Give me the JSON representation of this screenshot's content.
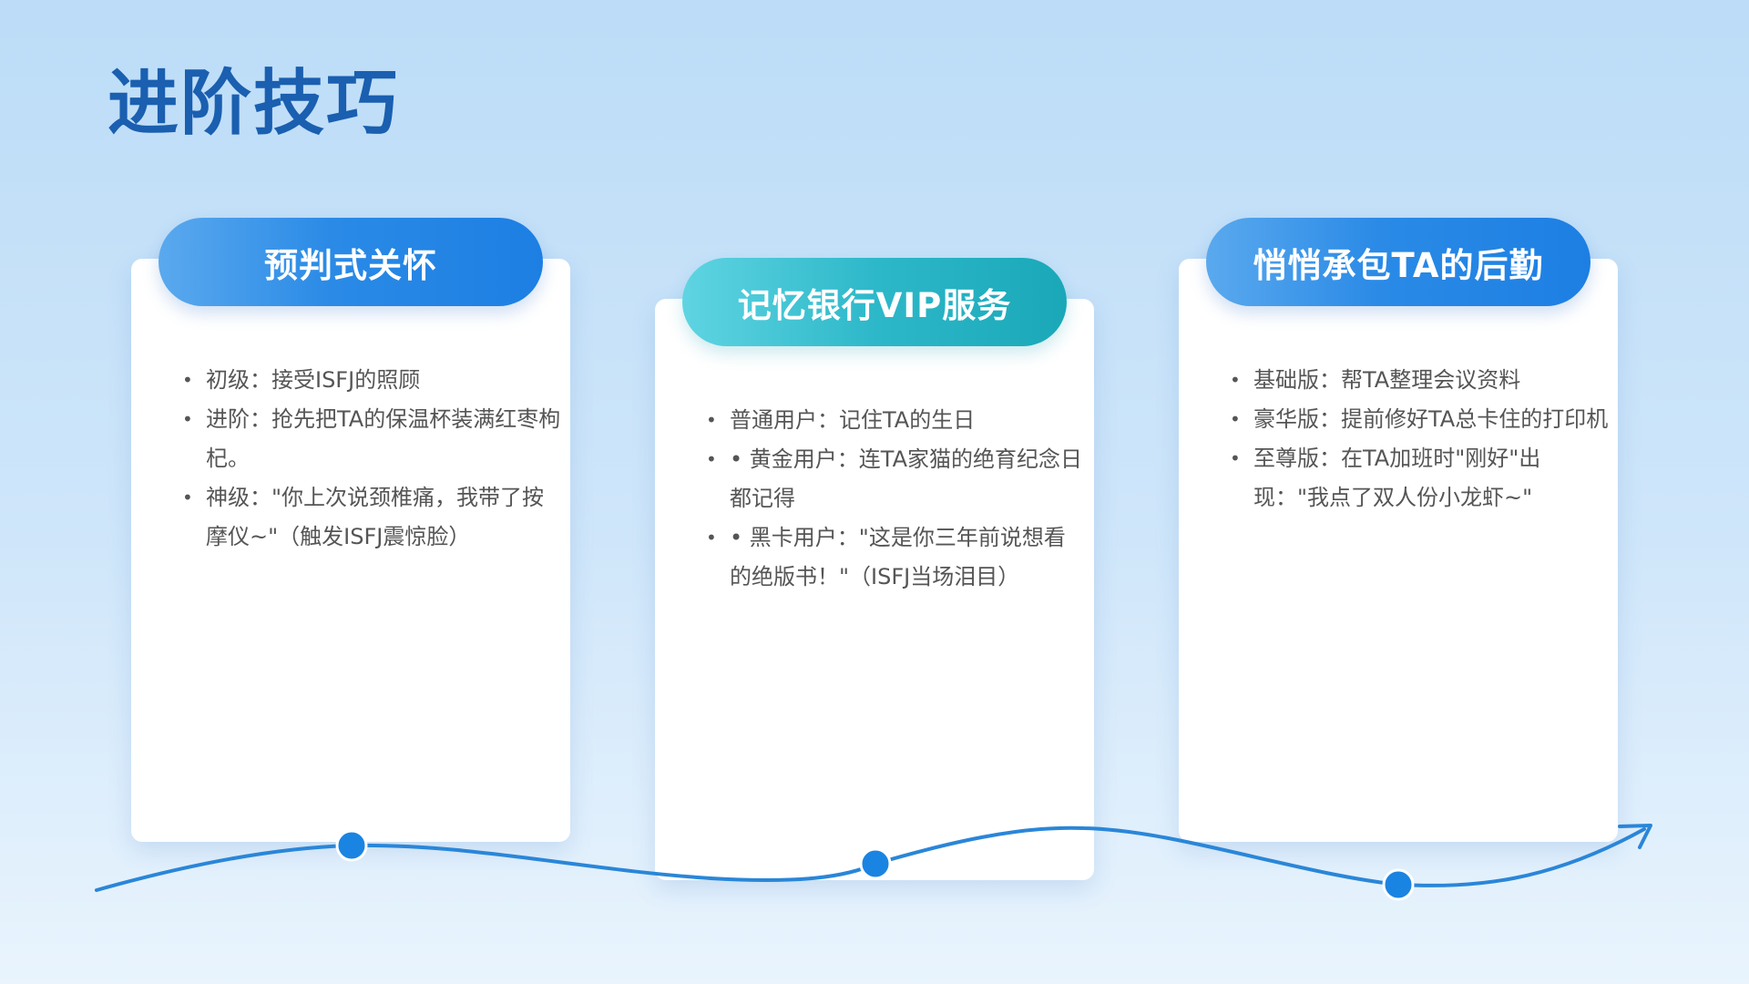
{
  "page": {
    "title": "进阶技巧"
  },
  "cards": [
    {
      "title": "预判式关怀",
      "items": [
        "初级：接受ISFJ的照顾",
        "进阶：抢先把TA的保温杯装满红枣枸杞。",
        "神级：\"你上次说颈椎痛，我带了按摩仪~\"（触发ISFJ震惊脸）"
      ]
    },
    {
      "title": "记忆银行VIP服务",
      "items": [
        "普通用户：记住TA的生日",
        "• 黄金用户：连TA家猫的绝育纪念日都记得",
        "• 黑卡用户：\"这是你三年前说想看的绝版书！\"（ISFJ当场泪目）"
      ]
    },
    {
      "title": "悄悄承包TA的后勤",
      "items": [
        "基础版：帮TA整理会议资料",
        "豪华版：提前修好TA总卡住的打印机",
        "至尊版：在TA加班时\"刚好\"出现：\"我点了双人份小龙虾~\""
      ]
    }
  ],
  "colors": {
    "title": "#1a5fb0",
    "header_blue": "#1d7fe3",
    "header_teal": "#1aa8b8",
    "timeline": "#2a86d8",
    "node": "#1a84e2"
  }
}
